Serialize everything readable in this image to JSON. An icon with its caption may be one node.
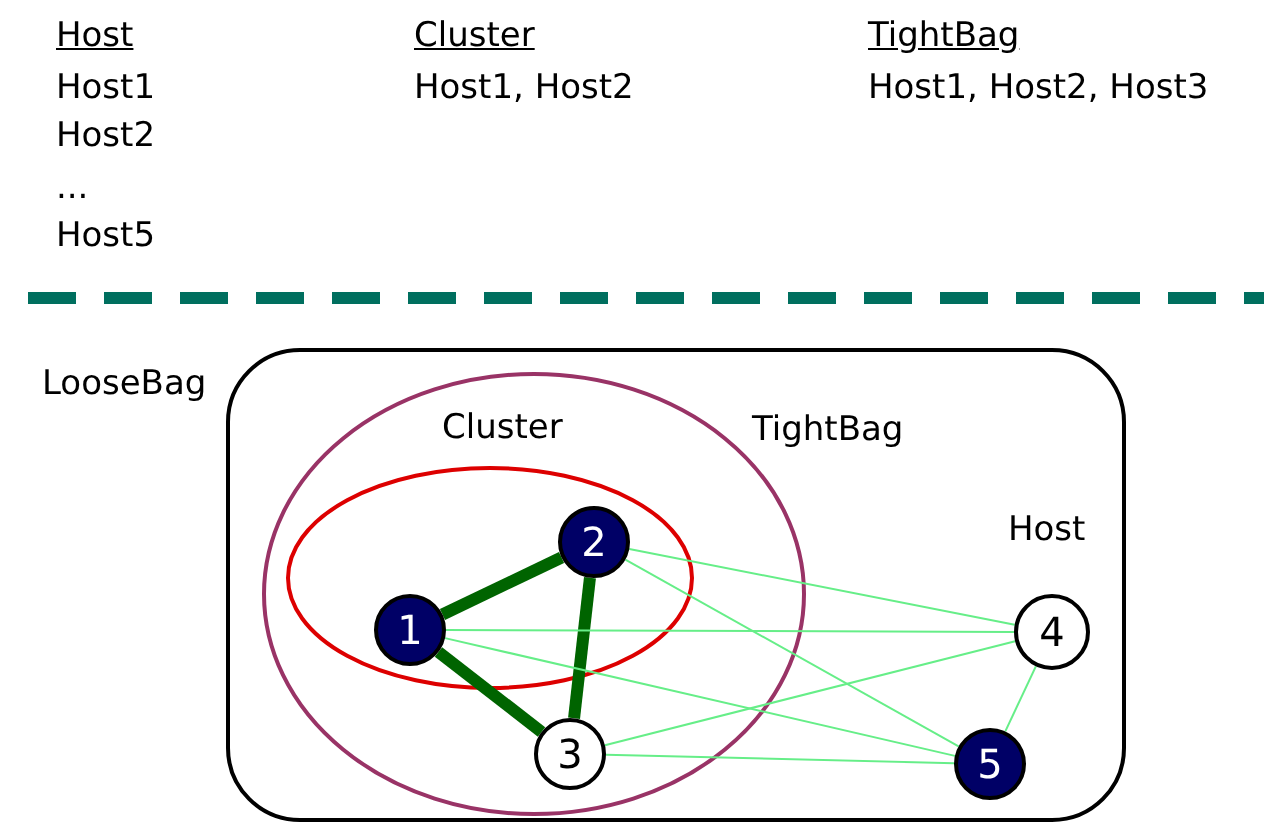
{
  "diagram": {
    "nodes": [
      {
        "text": [
          "LooseBag"
        ]
      },
      {
        "text": [
          "TightBag"
        ],
        "in": 0
      },
      {
        "text": [
          "Cluster"
        ],
        "in": 1
      },
      {
        "text": [
          "1"
        ],
        "in": 2
      },
      {
        "text": [
          "2"
        ],
        "in": 2
      },
      {
        "text": [
          "3"
        ],
        "in": 1
      },
      {
        "text": [
          "4"
        ],
        "in": 0,
        "beside": [
          "Host"
        ]
      },
      {
        "text": [
          "5"
        ],
        "in": 0
      }
    ],
    "edges": [
      {
        "from": 3,
        "to": 4,
        "arrow": "none",
        "style": "thick",
        "color": "#006400"
      },
      {
        "from": 4,
        "to": 5,
        "arrow": "none",
        "style": "thick",
        "color": "#006400"
      },
      {
        "from": 3,
        "to": 5,
        "arrow": "none",
        "style": "thick",
        "color": "#006400"
      },
      {
        "from": 4,
        "to": 6,
        "arrow": "none"
      },
      {
        "from": 4,
        "to": 7,
        "arrow": "none"
      },
      {
        "from": 3,
        "to": 6,
        "arrow": "none"
      },
      {
        "from": 3,
        "to": 7,
        "arrow": "none"
      },
      {
        "from": 5,
        "to": 6,
        "arrow": "none"
      },
      {
        "from": 5,
        "to": 7,
        "arrow": "none"
      },
      {
        "from": 6,
        "to": 7,
        "arrow": "none"
      }
    ],
    "labels": [
      "Host",
      "Host1",
      "Host2",
      "...",
      "Host5",
      "Cluster",
      "Host1, Host2",
      "TightBag",
      "Host1, Host2, Host3"
    ]
  }
}
